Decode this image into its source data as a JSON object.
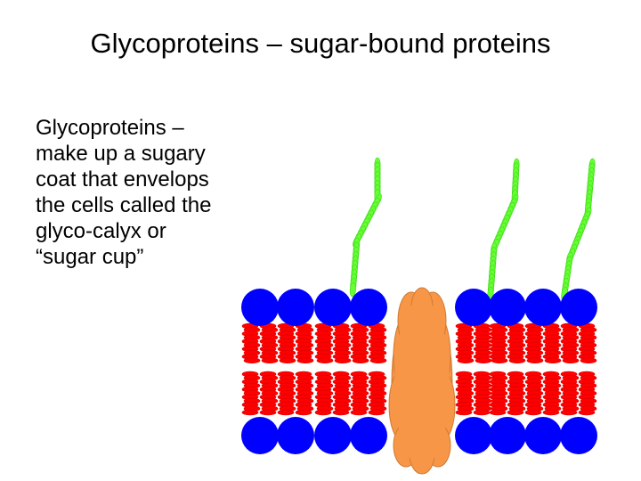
{
  "title": "Glycoproteins – sugar-bound proteins",
  "body_lines": [
    "Glycoproteins –",
    "make up a sugary",
    "coat that envelops",
    "the cells called the",
    "glyco-calyx or",
    "“sugar cup”"
  ],
  "colors": {
    "phosphate_head": "#0000ff",
    "lipid_tail": "#ff0000",
    "protein": "#f79646",
    "sugar_chain": "#66ff33"
  }
}
